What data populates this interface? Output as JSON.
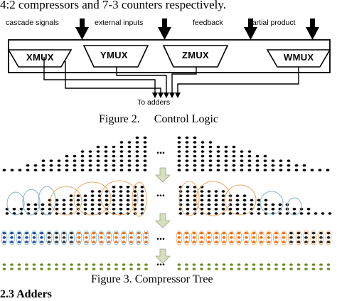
{
  "top_text": "4:2 compressors and 7-3 counters respectively.",
  "figure2": {
    "signals": [
      "cascade signals",
      "external inputs",
      "feedback",
      "partial product"
    ],
    "muxes": [
      "XMUX",
      "YMUX",
      "ZMUX",
      "WMUX"
    ],
    "output_label": "To adders",
    "caption": "Figure 2.     Control Logic"
  },
  "figure3": {
    "ellipsis": "...",
    "caption": "Figure 3. Compressor Tree",
    "colors": {
      "orange": "#e8731a",
      "green": "#6b8e23",
      "blue": "#1f4e9c",
      "oval": "#8ab0c8",
      "oval_orange": "#f0a868",
      "arrow": "#d8dfc0"
    }
  },
  "next_heading": "2.3 Adders"
}
